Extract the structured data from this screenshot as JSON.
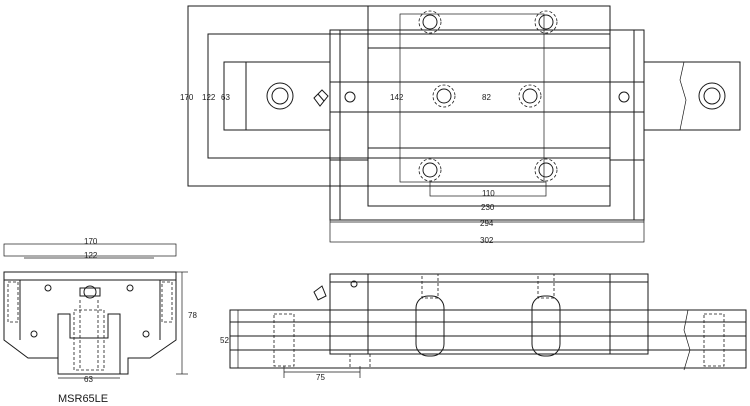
{
  "model": "MSR65LE",
  "top_view": {
    "dims": {
      "rail_height": "170",
      "rail_mid": "122",
      "rail_small": "63",
      "pitch_vertical": "142",
      "pitch_horizontal": "82",
      "bolt_spacing": "110",
      "body_length": "230",
      "block_length": "294",
      "overall_length": "302"
    }
  },
  "end_view": {
    "dims": {
      "width": "170",
      "mount_width": "122",
      "height": "78",
      "rail_width": "63"
    }
  },
  "side_view": {
    "dims": {
      "rail_height": "52",
      "rail_pitch": "75"
    }
  }
}
